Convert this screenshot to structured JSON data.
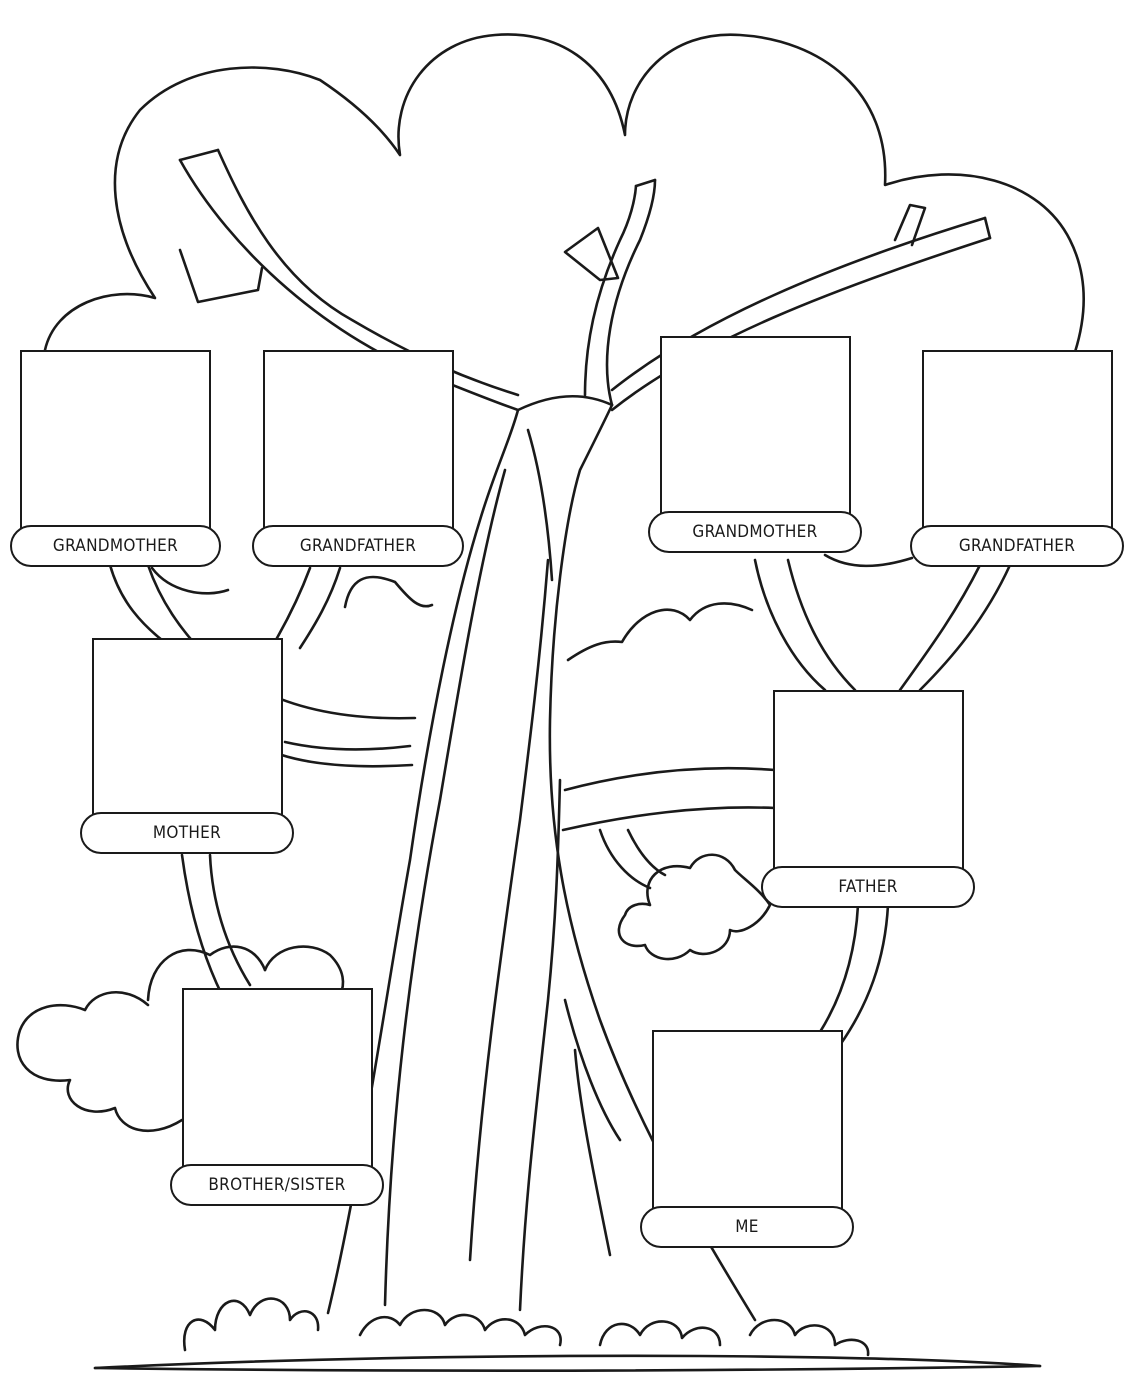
{
  "labels": {
    "maternal_grandmother": "GRANDMOTHER",
    "maternal_grandfather": "GRANDFATHER",
    "paternal_grandmother": "GRANDMOTHER",
    "paternal_grandfather": "GRANDFATHER",
    "mother": "MOTHER",
    "father": "FATHER",
    "sibling": "BROTHER/SISTER",
    "me": "ME"
  },
  "colors": {
    "line": "#1a1a1a",
    "background": "#ffffff"
  }
}
